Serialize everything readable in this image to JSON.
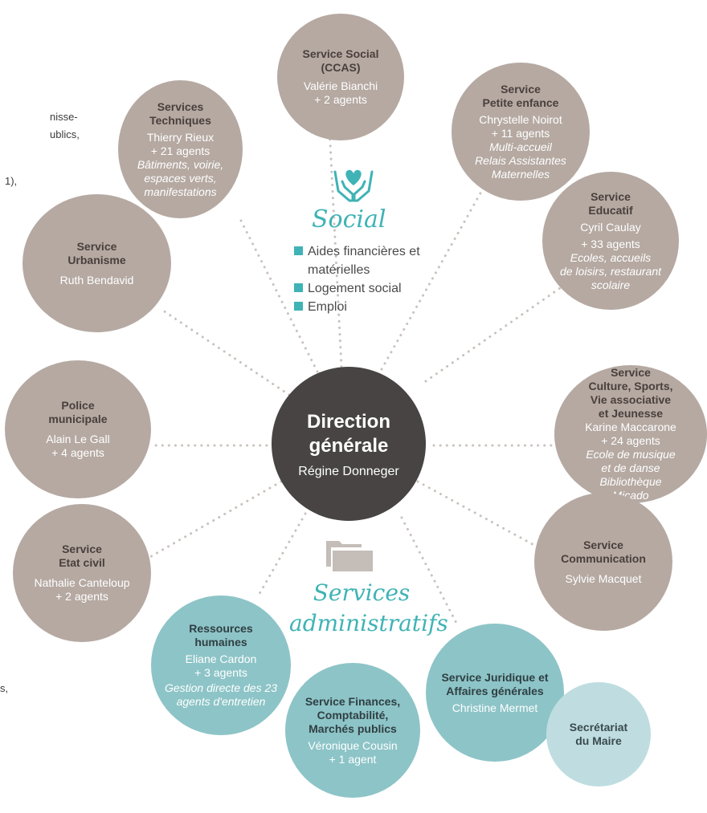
{
  "edge_fragments": [
    "nisse-",
    "ublics,",
    "1),",
    "s,"
  ],
  "center": {
    "title_line1": "Direction",
    "title_line2": "générale",
    "person": "Régine Donneger"
  },
  "nodes": {
    "social": {
      "title1": "Service Social",
      "title2": "(CCAS)",
      "person": "Valérie Bianchi",
      "agents": "+ 2 agents"
    },
    "petite_enfance": {
      "title1": "Service",
      "title2": "Petite enfance",
      "person": "Chrystelle Noirot",
      "agents": "+ 11 agents",
      "desc1": "Multi-accueil",
      "desc2": "Relais Assistantes",
      "desc3": "Maternelles"
    },
    "techniques": {
      "title1": "Services",
      "title2": "Techniques",
      "person": "Thierry Rieux",
      "agents": "+ 21 agents",
      "desc1": "Bâtiments, voirie,",
      "desc2": "espaces verts,",
      "desc3": "manifestations"
    },
    "educatif": {
      "title1": "Service",
      "title2": "Educatif",
      "person": "Cyril Caulay",
      "agents": "+ 33 agents",
      "desc1": "Ecoles, accueils",
      "desc2": "de loisirs, restaurant",
      "desc3": "scolaire"
    },
    "urbanisme": {
      "title1": "Service",
      "title2": "Urbanisme",
      "person": "Ruth Bendavid"
    },
    "police": {
      "title1": "Police",
      "title2": "municipale",
      "person": "Alain Le Gall",
      "agents": "+ 4 agents"
    },
    "culture": {
      "title1": "Service",
      "title2": "Culture, Sports,",
      "title3": "Vie associative",
      "title4": "et Jeunesse",
      "person": "Karine Maccarone",
      "agents": "+ 24 agents",
      "desc1": "Ecole de musique",
      "desc2": "et de danse",
      "desc3": "Bibliothèque",
      "desc4": "Micado"
    },
    "communication": {
      "title1": "Service",
      "title2": "Communication",
      "person": "Sylvie Macquet"
    },
    "etat_civil": {
      "title1": "Service",
      "title2": "Etat civil",
      "person": "Nathalie Canteloup",
      "agents": "+ 2 agents"
    },
    "rh": {
      "title1": "Ressources",
      "title2": "humaines",
      "person": "Eliane Cardon",
      "agents": "+ 3 agents",
      "desc1": "Gestion directe des 23",
      "desc2": "agents d'entretien"
    },
    "juridique": {
      "title1": "Service Juridique et",
      "title2": "Affaires générales",
      "person": "Christine Mermet"
    },
    "finances": {
      "title1": "Service Finances,",
      "title2": "Comptabilité,",
      "title3": "Marchés publics",
      "person": "Véronique Cousin",
      "agents": "+ 1 agent"
    },
    "secretariat": {
      "title1": "Secrétariat",
      "title2": "du Maire"
    }
  },
  "social_section": {
    "title": "Social",
    "items": [
      "Aides financières et matérielles",
      "Logement social",
      "Emploi"
    ],
    "icon": "hands-heart-icon"
  },
  "admin_section": {
    "title1": "Services",
    "title2": "administratifs",
    "icon": "folder-icon"
  },
  "colors": {
    "brown": "#b5a9a2",
    "teal": "#8dc4c7",
    "light_teal": "#bfdde0",
    "center": "#474443",
    "accent": "#3fb3b5"
  }
}
